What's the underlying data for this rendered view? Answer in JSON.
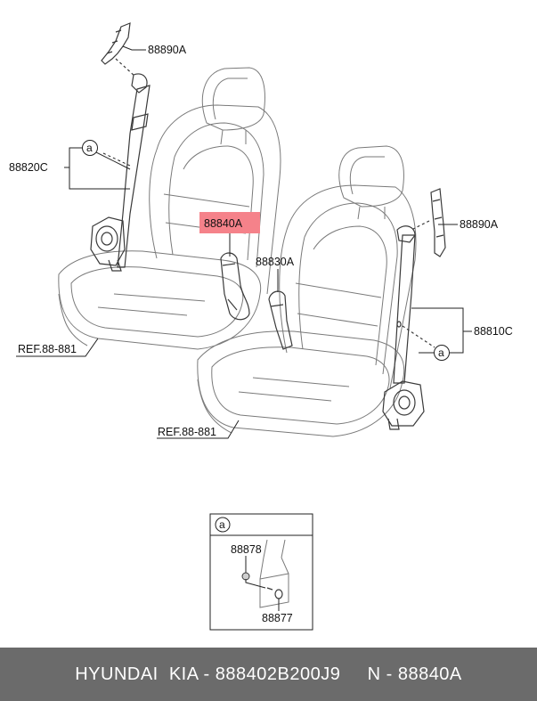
{
  "callouts": {
    "guide_upper_left": "88890A",
    "guide_upper_right": "88890A",
    "belt_left": "88820C",
    "belt_right": "88810C",
    "buckle_highlighted": "88840A",
    "buckle_right": "88830A",
    "ref_left": "REF.88-881",
    "ref_right": "REF.88-881"
  },
  "detail_marker": "a",
  "detail_box": {
    "header": "a",
    "part_upper": "88878",
    "part_lower": "88877"
  },
  "footer_text": "HYUNDAI  KIA - 888402B200J9     N - 88840A",
  "colors": {
    "highlight": "#f5828a",
    "footer_bg": "#6b6b6b"
  }
}
